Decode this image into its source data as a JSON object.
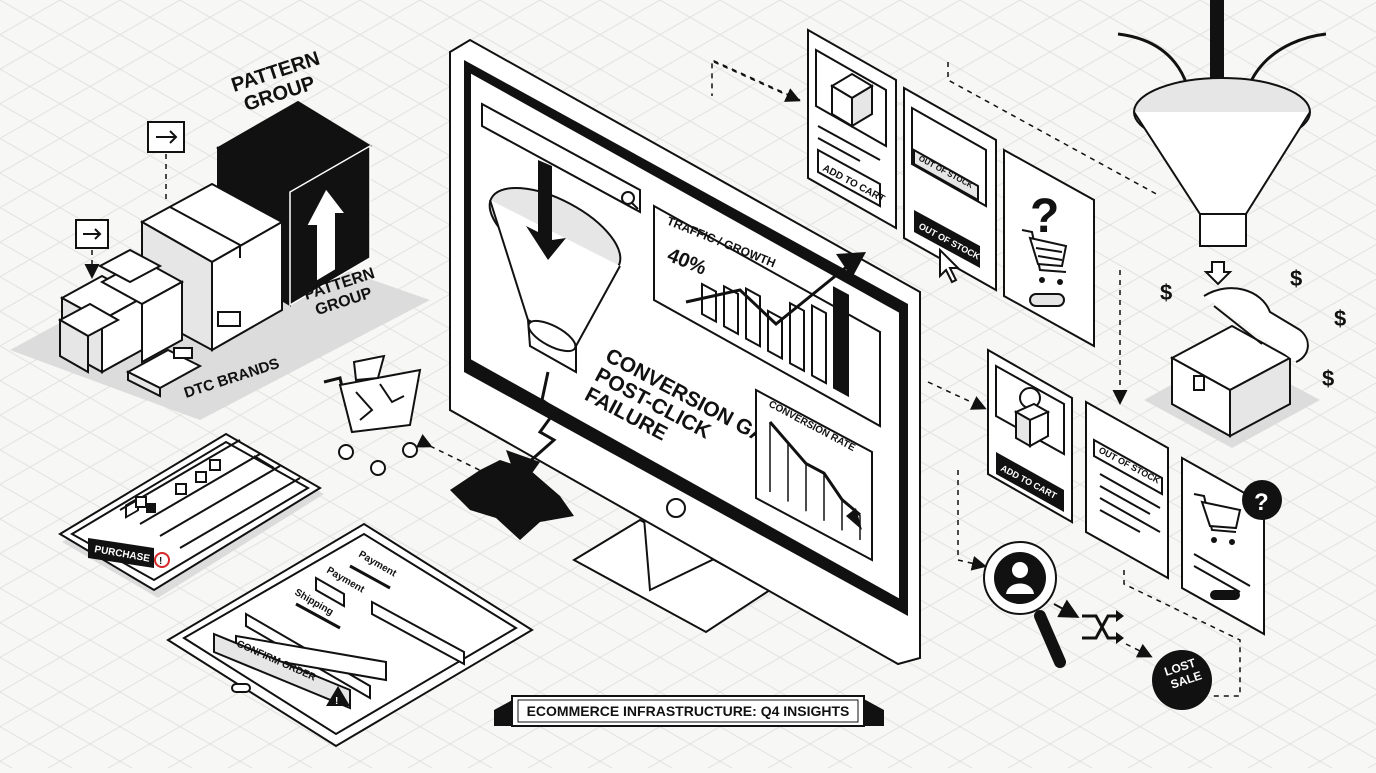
{
  "labels": {
    "pattern_group_top": [
      "PATTERN",
      "GROUP"
    ],
    "pattern_group_side": [
      "PATTERN",
      "GROUP"
    ],
    "dtc_brands": "DTC BRANDS",
    "traffic_growth": "TRAFFIC / GROWTH",
    "traffic_pct": "40%",
    "conversion_gap": [
      "CONVERSION GAP:",
      "POST-CLICK",
      "FAILURE"
    ],
    "conversion_rate": "CONVERSION RATE",
    "add_to_cart_1": "ADD TO CART",
    "out_of_stock_badge": "OUT OF STOCK",
    "out_of_stock_button": "OUT OF STOCK",
    "question_mark": "?",
    "add_to_cart_2": "ADD TO CART",
    "out_of_stock_2": "OUT OF STOCK",
    "lost_sale": [
      "LOST",
      "SALE"
    ],
    "dollar": "$",
    "purchase": "PURCHASE",
    "payment": "Payment",
    "payment_2": "Payment",
    "shipping": "Shipping",
    "confirm_order": "CONFIRM ORDER",
    "banner": "ECOMMERCE INFRASTRUCTURE: Q4 INSIGHTS"
  },
  "chart_data": [
    {
      "type": "bar",
      "title": "TRAFFIC / GROWTH",
      "annotation": "40%",
      "trend": "up",
      "values": [
        2,
        3,
        4,
        3,
        5,
        6,
        9
      ]
    },
    {
      "type": "line",
      "title": "CONVERSION RATE",
      "trend": "down",
      "values": [
        10,
        8,
        6,
        6,
        3,
        2
      ]
    }
  ],
  "colors": {
    "ink": "#111111",
    "paper": "#f7f7f5",
    "light": "#e6e6e6",
    "alert": "#d62828"
  },
  "icons": [
    "arrow-right-icon",
    "search-icon",
    "funnel-icon",
    "cart-icon",
    "question-icon",
    "magnifier-user-icon",
    "shuffle-icon",
    "treasure-chest-icon",
    "dollar-icon",
    "warning-icon",
    "alert-icon",
    "checkbox-icon"
  ]
}
